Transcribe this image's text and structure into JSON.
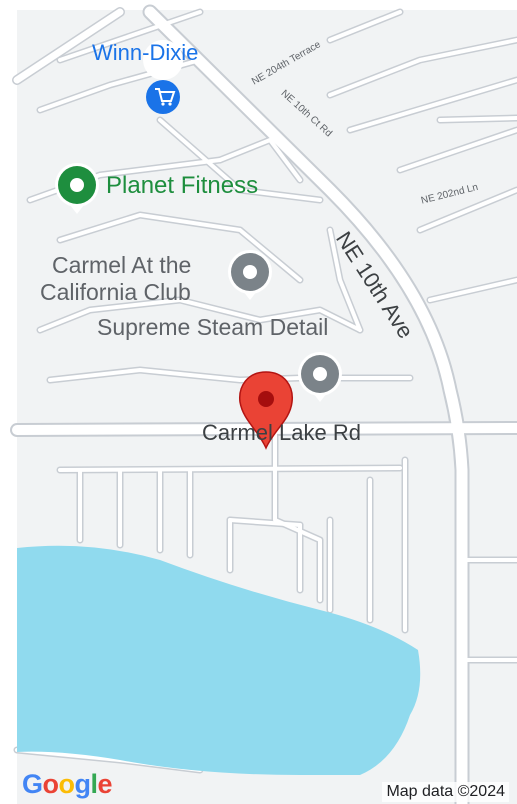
{
  "map": {
    "pois": {
      "winn_dixie": "Winn-Dixie",
      "planet_fitness": "Planet Fitness",
      "carmel_line1": "Carmel At the",
      "carmel_line2": "California Club",
      "supreme_steam": "Supreme Steam Detail"
    },
    "roads": {
      "ne_10th_ave": "NE 10th Ave",
      "carmel_lake_rd": "Carmel Lake Rd",
      "ne_204th_terrace": "NE 204th Terrace",
      "ne_10th_ct_rd": "NE 10th Ct Rd",
      "ne_202nd_ln": "NE 202nd Ln"
    },
    "attribution": "Map data ©2024",
    "logo_letters": [
      "G",
      "o",
      "o",
      "g",
      "l",
      "e"
    ],
    "colors": {
      "land": "#f1f3f4",
      "road": "#ffffff",
      "road_edge": "#c8cdd3",
      "water": "#90daee",
      "pin": "#ea4335",
      "pin_dark": "#a50e0e",
      "poi_green": "#1e8e3e",
      "poi_blue": "#1a73e8",
      "poi_gray": "#7b8389"
    }
  }
}
